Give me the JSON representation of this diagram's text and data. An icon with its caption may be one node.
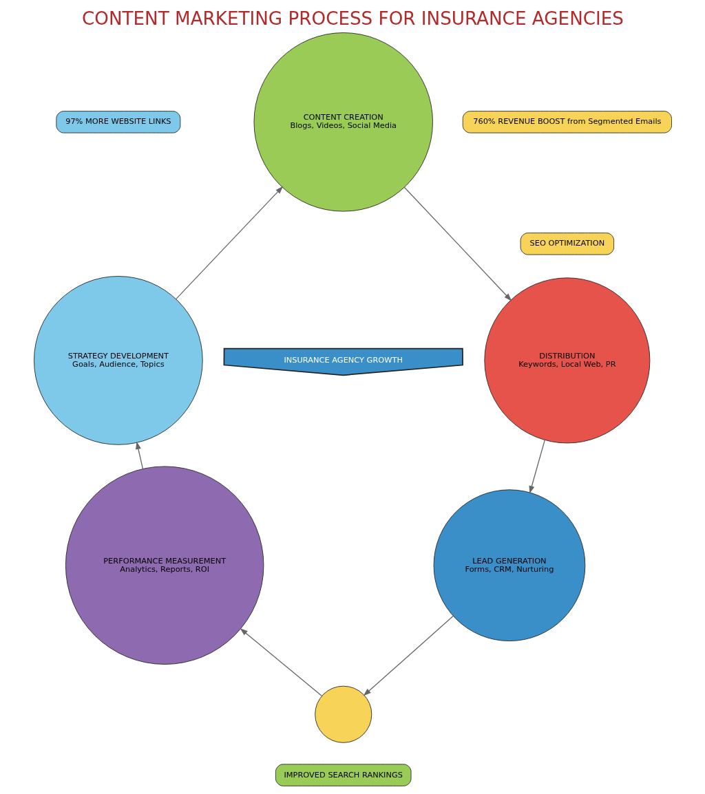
{
  "diagram": {
    "title": "CONTENT MARKETING PROCESS FOR INSURANCE AGENCIES",
    "nodes": [
      {
        "text": [
          "97% MORE WEBSITE LINKS"
        ]
      },
      {
        "text": [
          "CONTENT CREATION",
          "Blogs, Videos, Social Media"
        ]
      },
      {
        "text": [
          "760% REVENUE BOOST from Segmented Emails"
        ]
      },
      {
        "text": [
          "SEO OPTIMIZATION"
        ]
      },
      {
        "text": [
          "DISTRIBUTION",
          "Keywords, Local Web, PR"
        ]
      },
      {
        "text": [
          "STRATEGY DEVELOPMENT",
          "Goals, Audience, Topics"
        ]
      },
      {
        "text": [
          "INSURANCE AGENCY GROWTH"
        ]
      },
      {
        "text": [
          "LEAD GENERATION",
          "Forms, CRM, Nurturing"
        ]
      },
      {
        "text": [],
        "shape": "circle"
      },
      {
        "text": [
          "PERFORMANCE MEASUREMENT",
          "Analytics, Reports, ROI"
        ]
      },
      {
        "text": [
          "IMPROVED SEARCH RANKINGS"
        ]
      }
    ],
    "edges": [
      {
        "from": 1,
        "to": 4,
        "arrow": "to"
      },
      {
        "from": 4,
        "to": 7,
        "arrow": "to"
      },
      {
        "from": 7,
        "to": 8,
        "arrow": "to"
      },
      {
        "from": 8,
        "to": 9,
        "arrow": "to"
      },
      {
        "from": 9,
        "to": 5,
        "arrow": "to"
      },
      {
        "from": 5,
        "to": 1,
        "arrow": "to"
      }
    ]
  }
}
